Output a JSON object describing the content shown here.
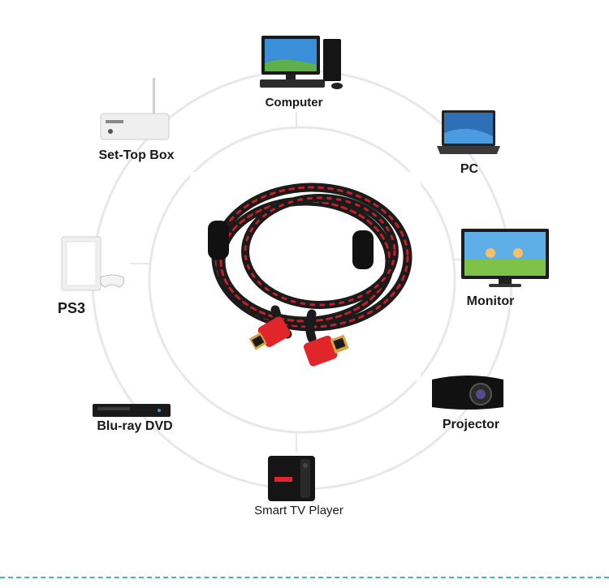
{
  "devices": {
    "computer": "Computer",
    "set_top_box": "Set-Top Box",
    "pc": "PC",
    "ps3": "PS3",
    "monitor": "Monitor",
    "bluray": "Blu-ray DVD",
    "projector": "Projector",
    "smart_tv": "Smart TV Player"
  },
  "colors": {
    "ring": "#e6e6e6",
    "cable_red": "#e0262a",
    "cable_black": "#1b1b1b",
    "gold": "#d9a53a",
    "separator": "#3fb6c7"
  }
}
